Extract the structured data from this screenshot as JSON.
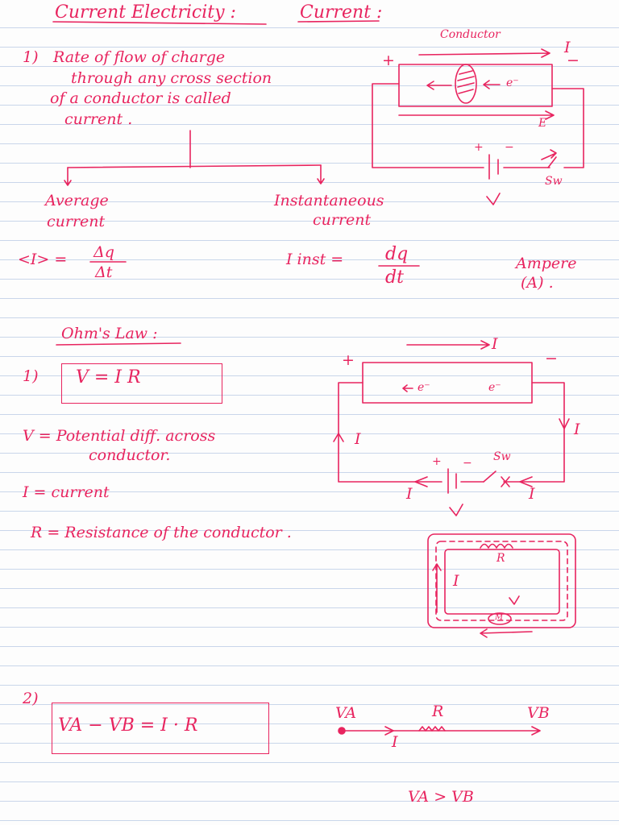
{
  "heading": {
    "title": "Current Electricity :",
    "subtitle": "Current :"
  },
  "definition": {
    "number": "1)",
    "line1": "Rate of flow of charge",
    "line2": "through any cross section",
    "line3": "of a conductor is called",
    "line4": "current ."
  },
  "branch": {
    "average_line1": "Average",
    "average_line2": "current",
    "inst_line1": "Instantaneous",
    "inst_line2": "current"
  },
  "formulas": {
    "avg_lhs": "<I> =",
    "avg_num": "Δq",
    "avg_den": "Δt",
    "inst_lhs": "I inst =",
    "inst_num": "dq",
    "inst_den": "dt",
    "unit_line1": "Ampere",
    "unit_line2": "(A) ."
  },
  "diagram1": {
    "conductor_label": "Conductor",
    "current_symbol": "I",
    "electron": "e⁻",
    "field_symbol": "E",
    "plus": "+",
    "minus": "−",
    "switch": "Sw",
    "voltage": "V"
  },
  "ohms": {
    "title": "Ohm's Law :",
    "number": "1)",
    "equation": "V  =  I R",
    "v_def_line1": "V = Potential diff. across",
    "v_def_line2": "conductor.",
    "i_def": "I = current",
    "r_def": "R = Resistance of the conductor ."
  },
  "diagram2": {
    "current_symbol": "I",
    "electron": "e⁻",
    "plus": "+",
    "minus": "−",
    "switch": "Sw",
    "voltage": "V"
  },
  "loop": {
    "resistor": "R",
    "current": "I",
    "voltage": "V",
    "motor": "M"
  },
  "section2": {
    "number": "2)",
    "equation": "VA − VB =  I · R",
    "va": "VA",
    "vb": "VB",
    "r": "R",
    "i": "I",
    "inequality": "VA > VB"
  }
}
